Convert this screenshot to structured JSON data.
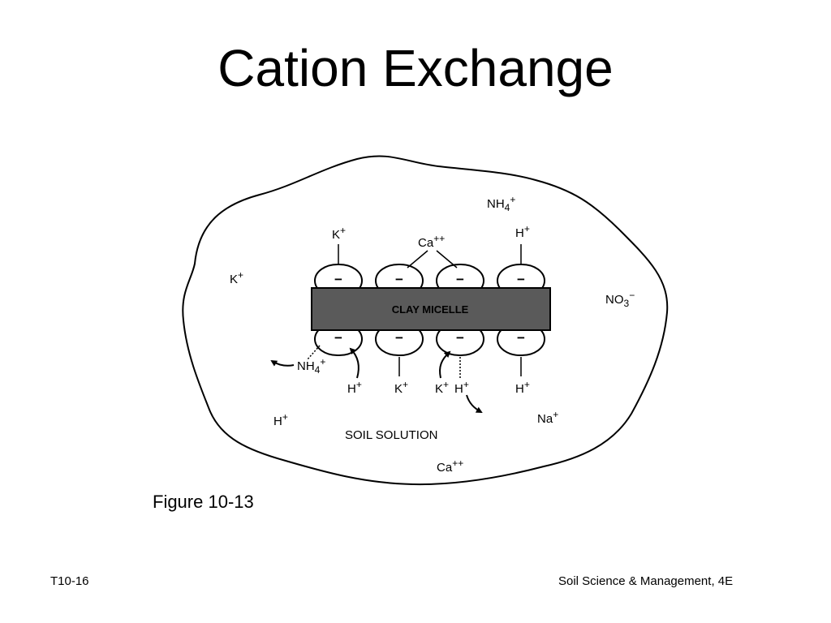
{
  "slide": {
    "title": "Cation Exchange",
    "figure_caption": "Figure 10-13",
    "footer_left": "T10-16",
    "footer_right": "Soil Science & Management, 4E"
  },
  "diagram": {
    "micelle_label": "CLAY MICELLE",
    "solution_label": "SOIL SOLUTION",
    "charge_symbol": "−",
    "ions": {
      "top_k": {
        "base": "K",
        "charge": "+"
      },
      "top_ca": {
        "base": "Ca",
        "charge": "++"
      },
      "top_h": {
        "base": "H",
        "charge": "+"
      },
      "nh4_top": {
        "base": "NH",
        "sub": "4",
        "charge": "+"
      },
      "left_k": {
        "base": "K",
        "charge": "+"
      },
      "no3": {
        "base": "NO",
        "sub": "3",
        "charge": "−"
      },
      "nh4_bottom": {
        "base": "NH",
        "sub": "4",
        "charge": "+"
      },
      "bottom_h1": {
        "base": "H",
        "charge": "+"
      },
      "bottom_k1": {
        "base": "K",
        "charge": "+"
      },
      "bottom_k2": {
        "base": "K",
        "charge": "+"
      },
      "bottom_h2": {
        "base": "H",
        "charge": "+"
      },
      "bottom_h3": {
        "base": "H",
        "charge": "+"
      },
      "left_h": {
        "base": "H",
        "charge": "+"
      },
      "na": {
        "base": "Na",
        "charge": "+"
      },
      "bottom_ca": {
        "base": "Ca",
        "charge": "++"
      }
    }
  }
}
